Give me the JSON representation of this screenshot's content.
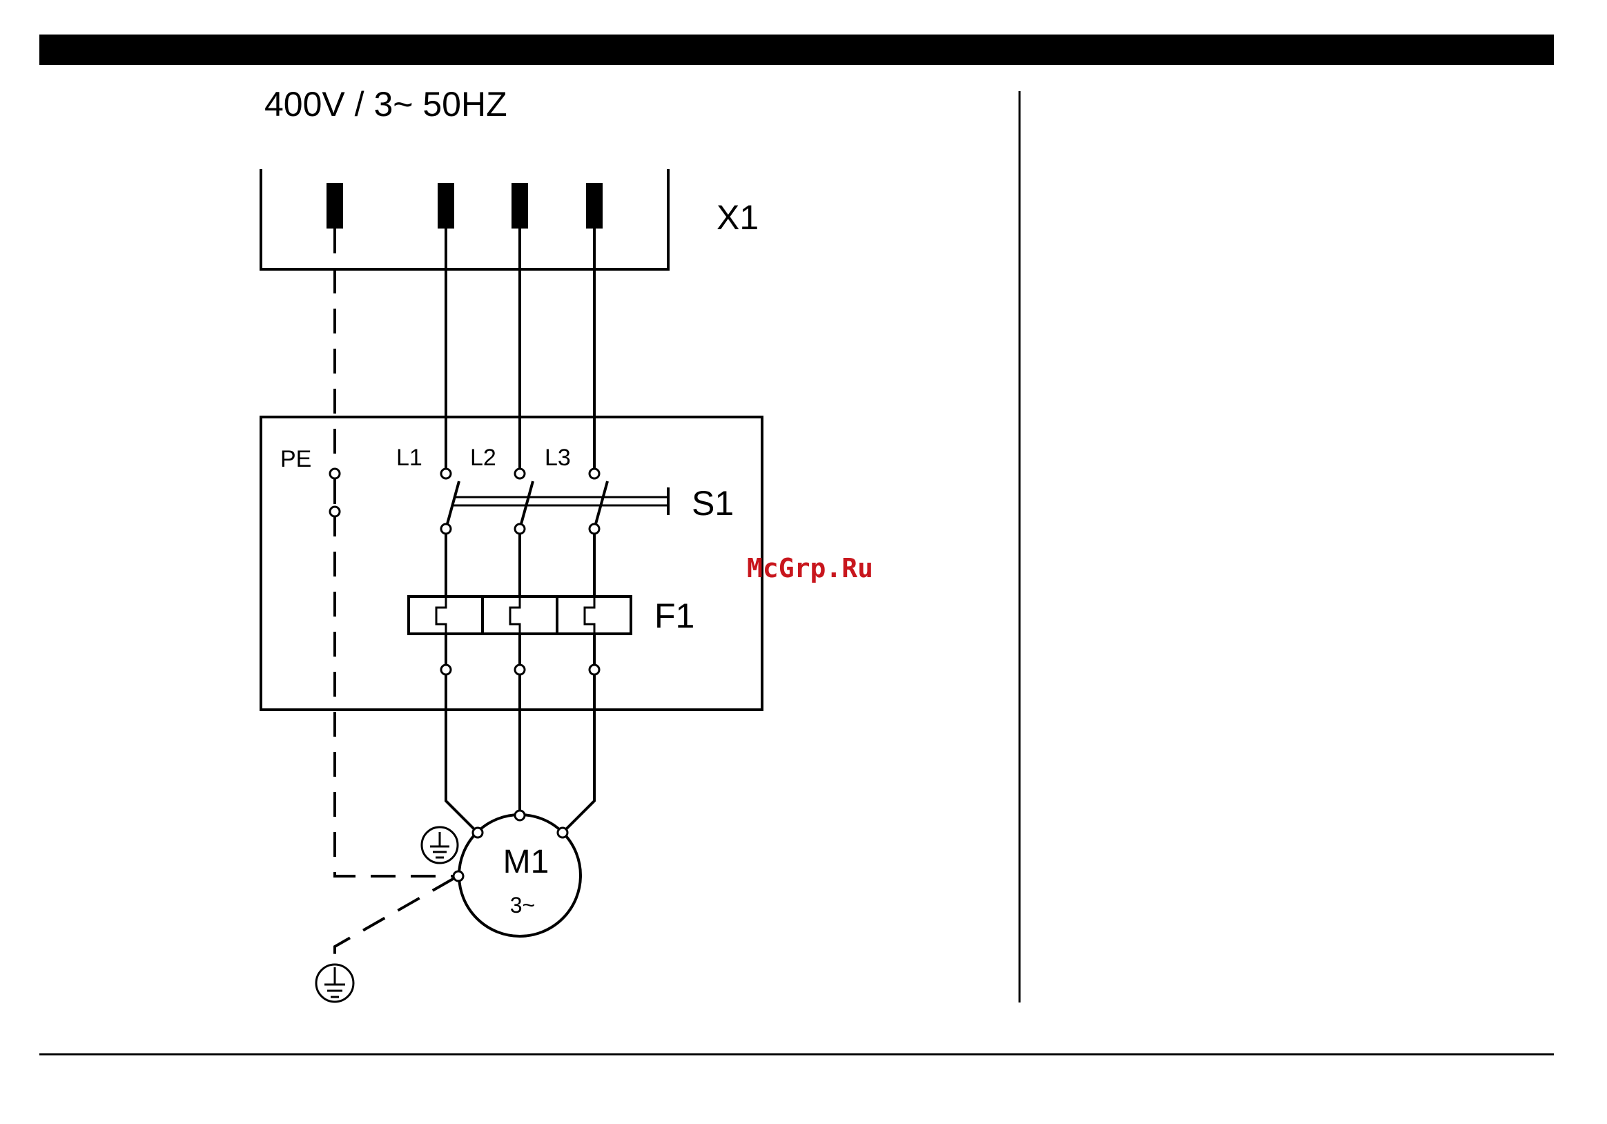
{
  "supply_label": "400V / 3~ 50HZ",
  "terminal_block_label": "X1",
  "conductors": {
    "pe": "PE",
    "l1": "L1",
    "l2": "L2",
    "l3": "L3"
  },
  "switch_label": "S1",
  "overload_label": "F1",
  "motor": {
    "label": "M1",
    "phases": "3~"
  },
  "watermark": "McGrp.Ru",
  "icons": [
    "ground-symbol-icon",
    "ground-symbol-icon"
  ]
}
